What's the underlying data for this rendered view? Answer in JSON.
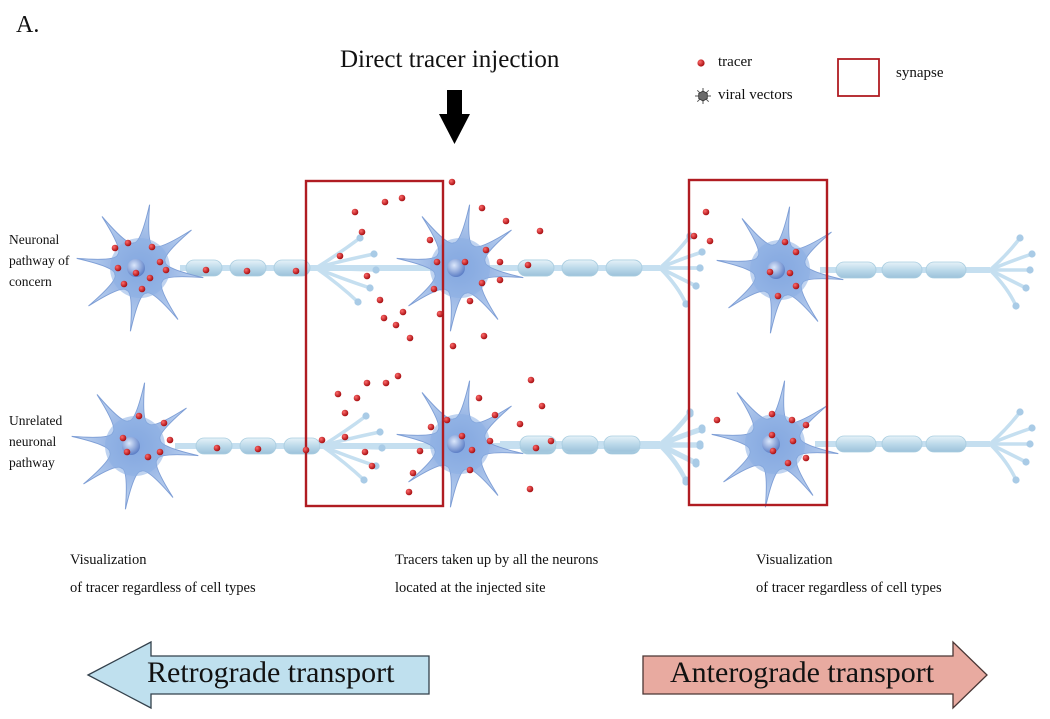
{
  "figure_label": "A.",
  "injection_label": "Direct tracer injection",
  "legend": {
    "tracer": "tracer",
    "viral_vectors": "viral vectors",
    "synapse": "synapse"
  },
  "rows": {
    "top_label_lines": [
      "Neuronal",
      "pathway of",
      "concern"
    ],
    "bottom_label_lines": [
      "Unrelated",
      "neuronal",
      "pathway"
    ]
  },
  "captions": {
    "left": [
      "Visualization",
      "of tracer regardless of cell types"
    ],
    "center": [
      "Tracers taken up by all the neurons",
      "located at the injected site"
    ],
    "right": [
      "Visualization",
      "of tracer regardless of cell types"
    ]
  },
  "arrows": {
    "retrograde": "Retrograde transport",
    "anterograde": "Anterograde transport"
  },
  "colors": {
    "neuron_fill": "#9fbde8",
    "neuron_edge": "#7f9fd6",
    "axon": "#c5dff0",
    "tracer": "#c0181c",
    "synapse_box": "#b01c22",
    "retro_fill": "#bfe0ee",
    "antero_fill": "#e8aaa0"
  }
}
